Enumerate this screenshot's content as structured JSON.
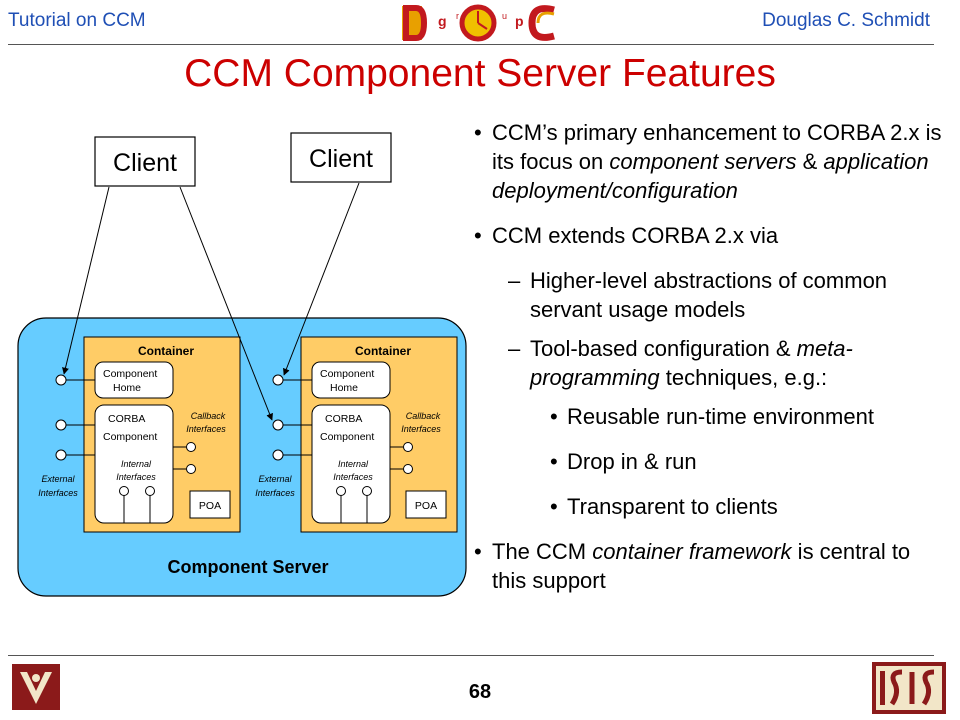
{
  "header": {
    "left": "Tutorial on CCM",
    "right": "Douglas C. Schmidt",
    "logo_text": "DOC group"
  },
  "title": "CCM Component Server Features",
  "diagram": {
    "client_left": "Client",
    "client_right": "Client",
    "server_label": "Component Server",
    "container_label": "Container",
    "home_line1": "Component",
    "home_line2": "Home",
    "corba_line1": "CORBA",
    "corba_line2": "Component",
    "callback_line1": "Callback",
    "callback_line2": "Interfaces",
    "internal_line1": "Internal",
    "internal_line2": "Interfaces",
    "external_line1": "External",
    "external_line2": "Interfaces",
    "poa": "POA"
  },
  "bullets": {
    "b1_a": "CCM’s primary enhancement to CORBA 2.x is its focus on ",
    "b1_b": "component servers",
    "b1_c": " & ",
    "b1_d": "application deployment/configuration",
    "b2": "CCM extends CORBA 2.x via",
    "dash": "–",
    "sub1": "Higher-level abstractions of common servant usage models",
    "sub2_a": "Tool-based configuration & ",
    "sub2_b": "meta-programming",
    "sub2_c": " techniques, e.g.:",
    "s1": "Reusable run-time environment",
    "s2": "Drop in & run",
    "s3": "Transparent to clients",
    "b3_a": "The CCM ",
    "b3_b": "container framework",
    "b3_c": " is central to this support"
  },
  "footer": {
    "page": "68"
  },
  "colors": {
    "title": "#cc0000",
    "header": "#1f4fb5",
    "server_fill": "#66ccff",
    "container_fill": "#ffcc66"
  }
}
